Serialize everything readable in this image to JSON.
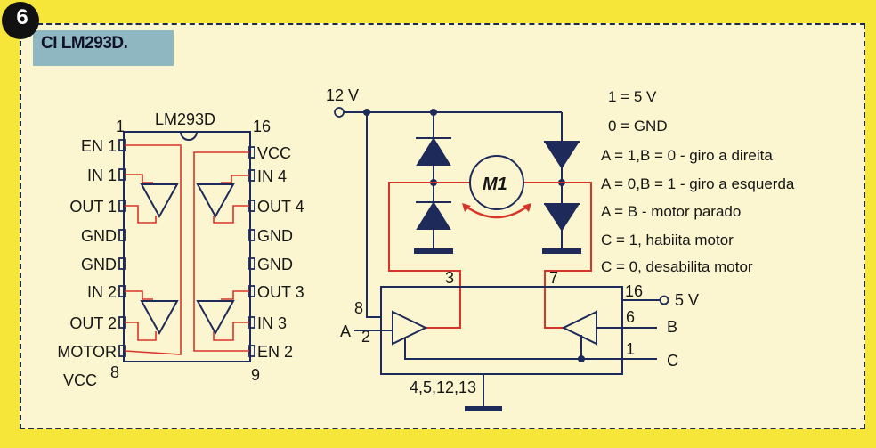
{
  "figure": {
    "number": "6",
    "title": "CI LM293D."
  },
  "chip": {
    "name": "LM293D",
    "pin_first": "1",
    "pin_last": "16",
    "pin_bottom_left": "8",
    "pin_bottom_right": "9",
    "left_pins": [
      "EN 1",
      "IN 1",
      "OUT 1",
      "GND",
      "GND",
      "IN 2",
      "OUT 2",
      "MOTOR",
      "VCC"
    ],
    "right_pins": [
      "VCC",
      "IN 4",
      "OUT 4",
      "GND",
      "GND",
      "OUT 3",
      "IN 3",
      "EN 2"
    ]
  },
  "circuit": {
    "supply": "12 V",
    "motor": "M1",
    "pin_3": "3",
    "pin_7": "7",
    "pin_16": "16",
    "pin_8": "8",
    "pin_2": "2",
    "pin_6": "6",
    "pin_1": "1",
    "logic_supply": "5 V",
    "input_a": "A",
    "input_b": "B",
    "input_c": "C",
    "ground_pins": "4,5,12,13"
  },
  "legend": [
    "1 = 5 V",
    "0 = GND",
    "A = 1,B = 0 - giro a direita",
    "A = 0,B = 1 - giro a esquerda",
    "A = B - motor parado",
    "C = 1, habiita motor",
    "C = 0, desabilita motor"
  ],
  "colors": {
    "wire_red": "#d8352a",
    "wire_dark": "#1e2a5a",
    "panel_bg": "#fbf6cf",
    "page_bg": "#f7e63a",
    "title_bg": "#8fb7c1"
  }
}
